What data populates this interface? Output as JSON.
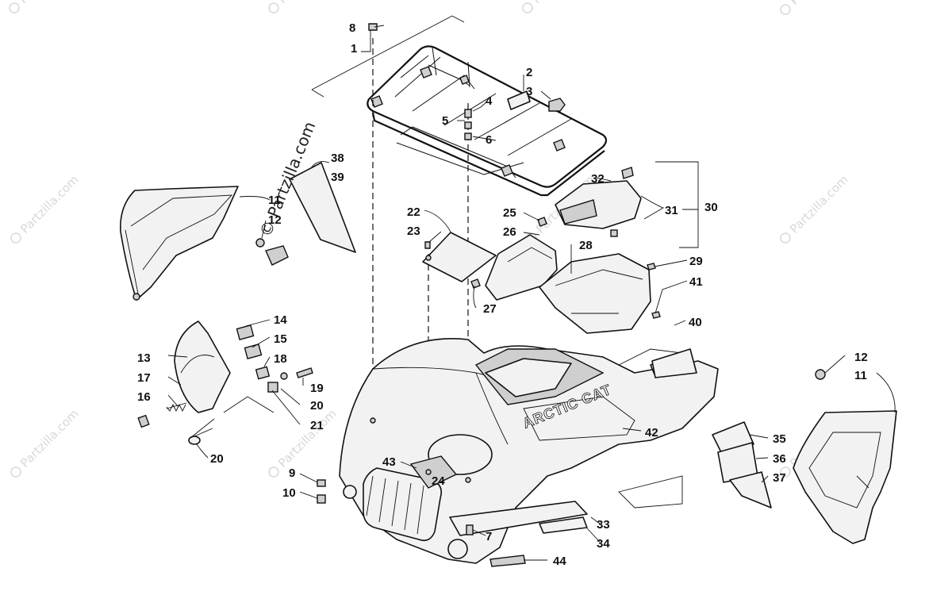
{
  "watermark": {
    "text": "Partzilla.com",
    "big_text": "© Partzilla.com"
  },
  "brand_text": "ARCTIC CAT",
  "callouts": [
    "8",
    "1",
    "2",
    "3",
    "4",
    "5",
    "6",
    "38",
    "39",
    "11",
    "12",
    "22",
    "23",
    "25",
    "26",
    "32",
    "31",
    "30",
    "28",
    "29",
    "41",
    "27",
    "14",
    "15",
    "18",
    "13",
    "17",
    "16",
    "19",
    "20",
    "21",
    "40",
    "12",
    "11",
    "42",
    "35",
    "36",
    "37",
    "9",
    "10",
    "43",
    "24",
    "7",
    "33",
    "34",
    "44",
    "20"
  ]
}
